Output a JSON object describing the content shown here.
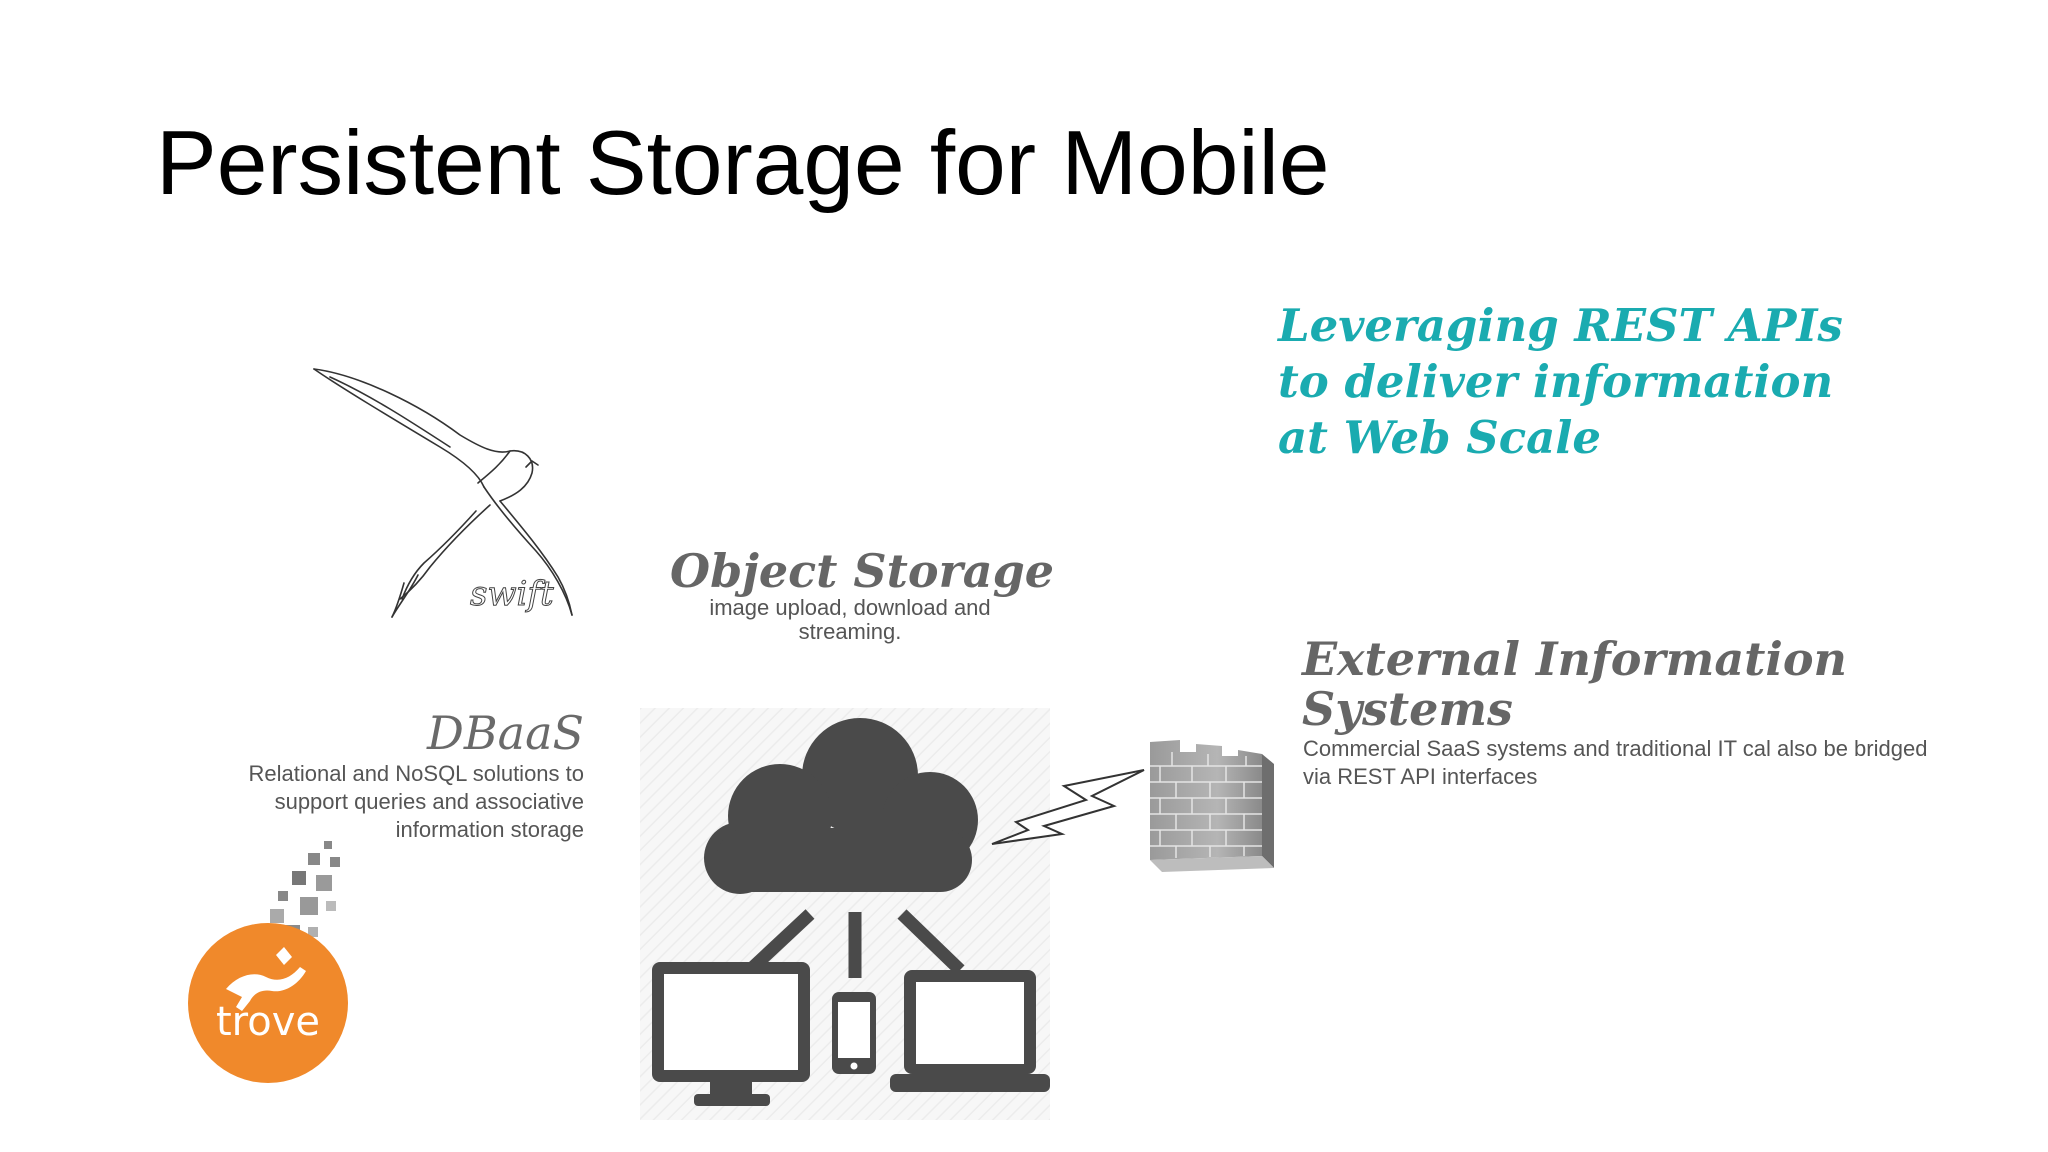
{
  "slide": {
    "title": "Persistent Storage for Mobile",
    "tagline": [
      "Leveraging REST APIs",
      "to deliver information",
      "at Web Scale"
    ],
    "object_storage": {
      "heading": "Object Storage",
      "description": "image upload, download and streaming."
    },
    "dbaas": {
      "heading": "DBaaS",
      "description": "Relational and NoSQL solutions to support queries and associative information storage"
    },
    "external": {
      "heading_lines": [
        "External Information",
        "Systems"
      ],
      "description": "Commercial SaaS systems and traditional IT cal also be bridged via REST API interfaces"
    },
    "logos": {
      "swift": "swift",
      "trove": "trove"
    },
    "colors": {
      "accent": "#1aabb0",
      "heading_gray": "#666666",
      "trove_orange": "#f0892b",
      "cloud_gray": "#4a4a4a"
    },
    "icons": [
      "swift-bird-logo",
      "trove-logo",
      "cloud-devices-icon",
      "firewall-icon",
      "lightning-bolt-icon"
    ]
  }
}
